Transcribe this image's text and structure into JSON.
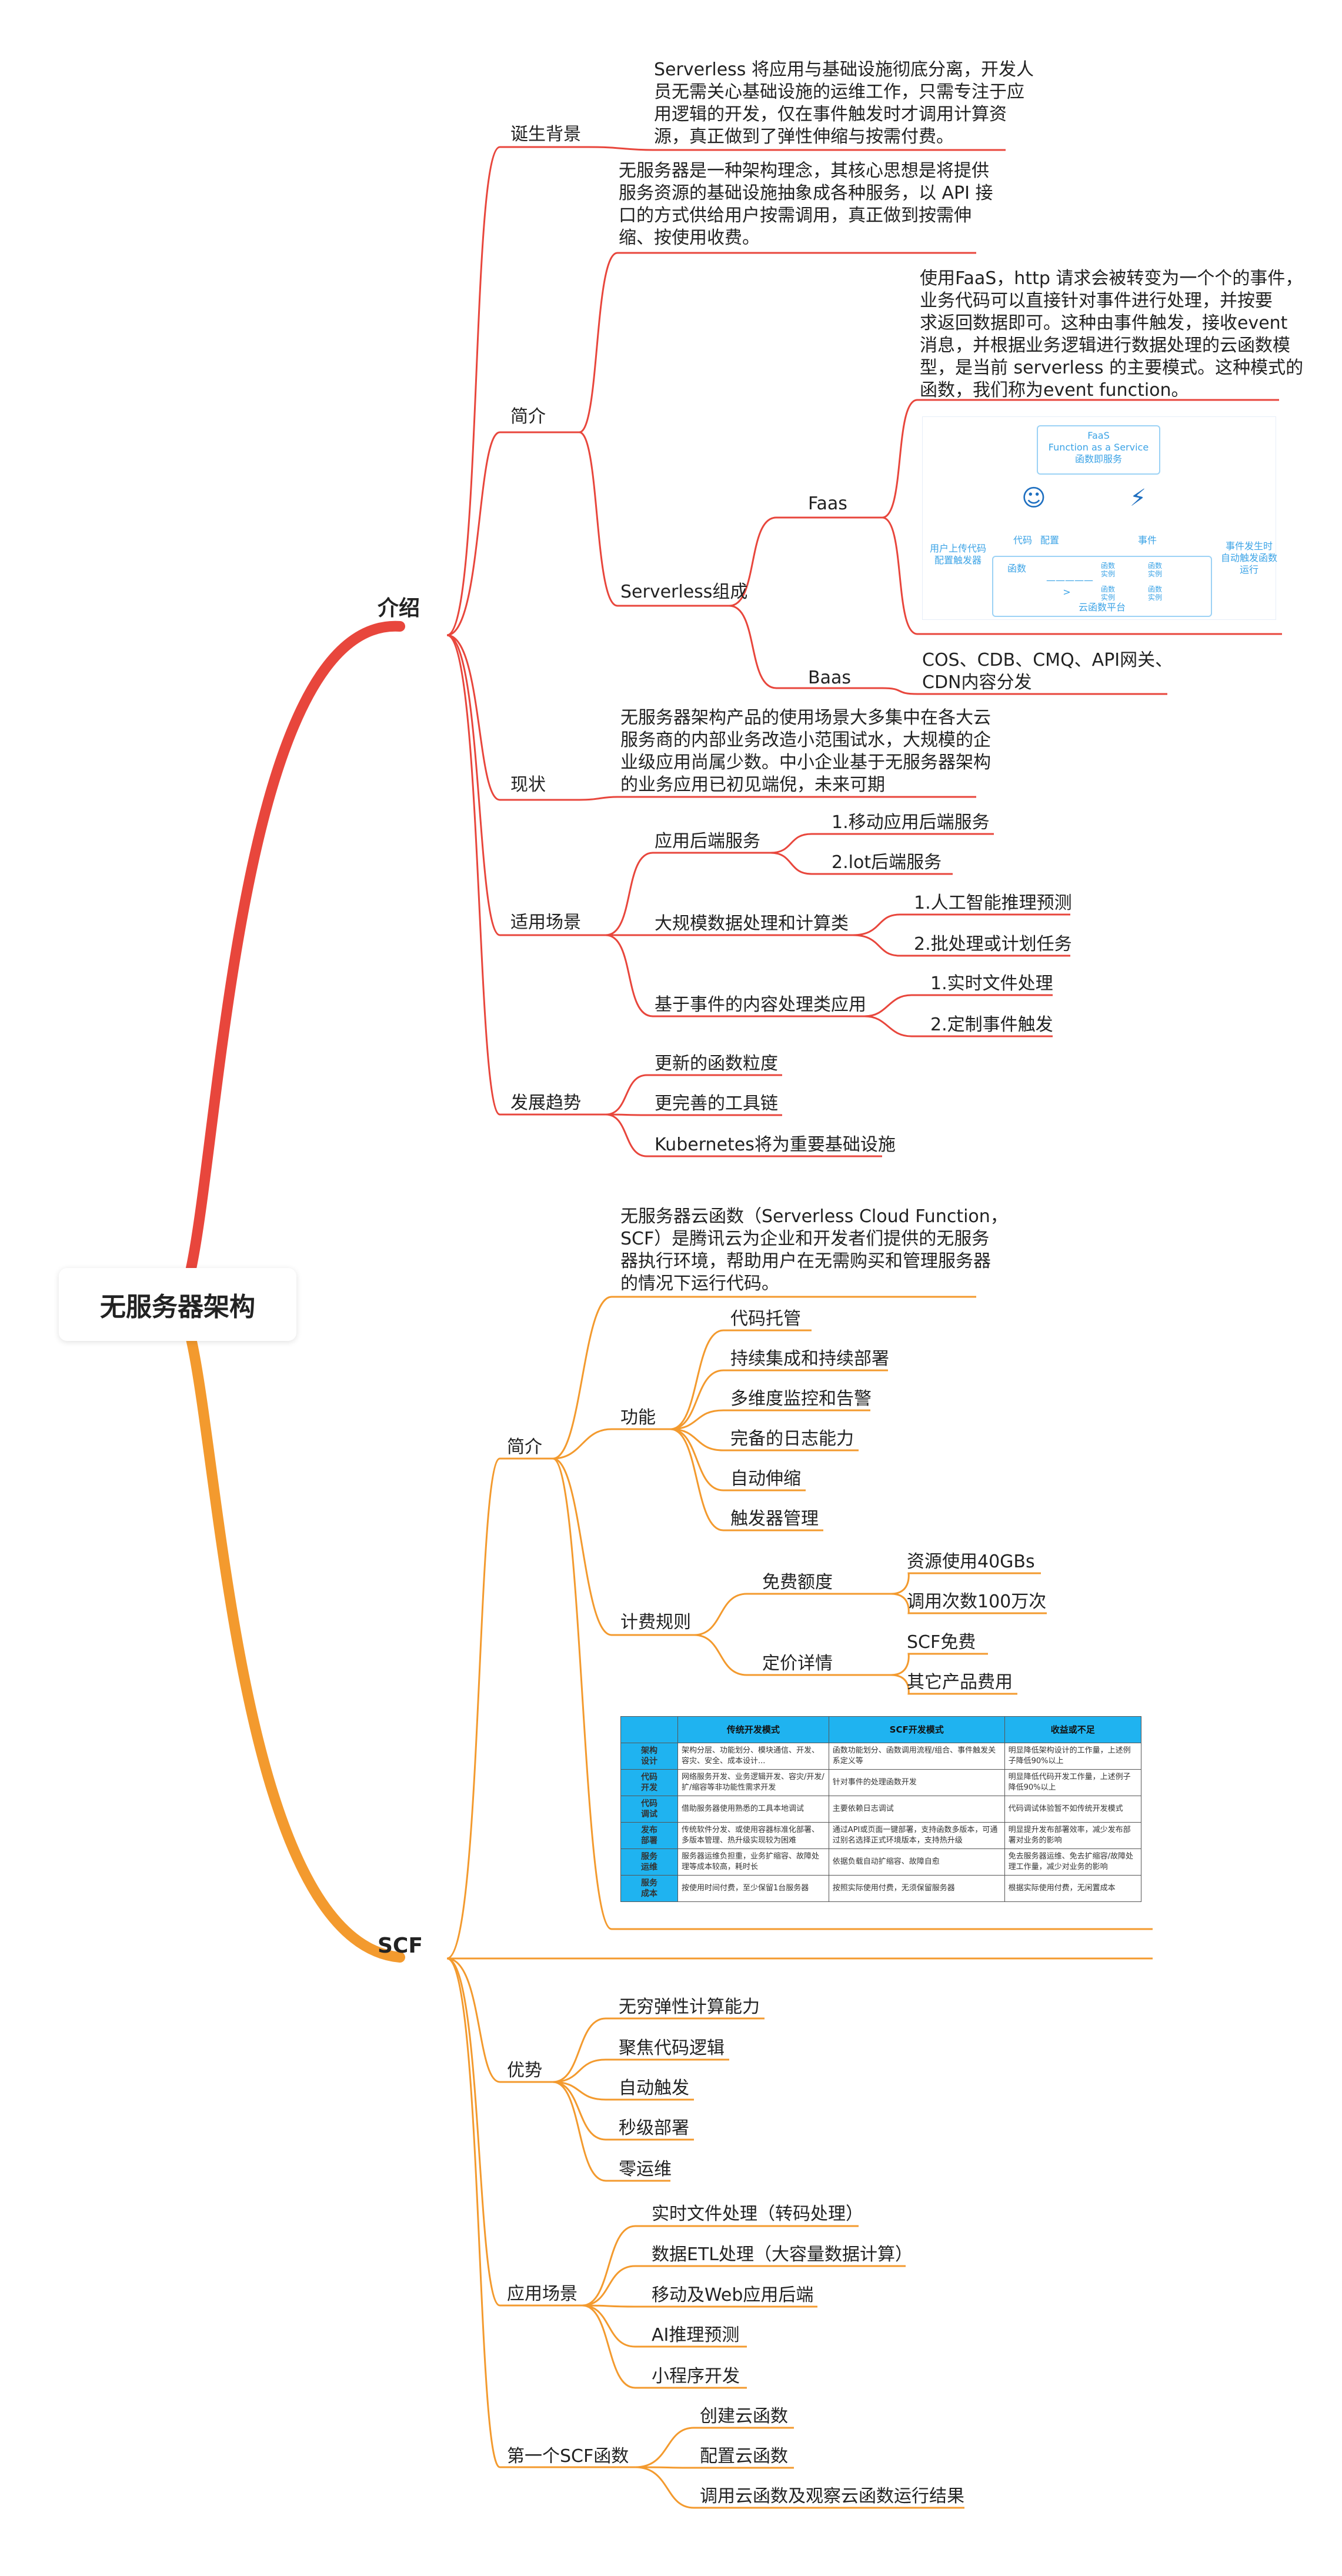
{
  "root": "无服务器架构",
  "intro": {
    "label": "介绍",
    "background": {
      "label": "诞生背景",
      "text": "Serverless 将应用与基础设施彻底分离，开发人\n员无需关心基础设施的运维工作，只需专注于应\n用逻辑的开发，仅在事件触发时才调用计算资\n源，真正做到了弹性伸缩与按需付费。"
    },
    "brief": {
      "label": "简介",
      "text": " 无服务器是一种架构理念，其核心思想是将提供\n服务资源的基础设施抽象成各种服务，以 API 接\n口的方式供给用户按需调用，真正做到按需伸\n缩、按使用收费。",
      "components": {
        "label": "Serverless组成",
        "faas": {
          "label": "Faas",
          "text": "使用FaaS，http 请求会被转变为一个个的事件，\n业务代码可以直接针对事件进行处理，并按要\n求返回数据即可。这种由事件触发，接收event\n消息，并根据业务逻辑进行数据处理的云函数模\n型，是当前 serverless 的主要模式。这种模式的\n函数，我们称为event function。",
          "image": {
            "title": "FaaS\nFunction as a Service\n函数即服务",
            "left_caption": "用户上传代码\n配置触发器",
            "right_caption": "事件发生时\n自动触发函数运行",
            "code": "代码",
            "config": "配置",
            "trigger": "事件",
            "func": "函数",
            "instance": "函数\n实例",
            "platform": "云函数平台",
            "arrow": "—————>"
          }
        },
        "baas": {
          "label": "Baas",
          "text": "COS、CDB、CMQ、API网关、\nCDN内容分发"
        }
      }
    },
    "status": {
      "label": "现状",
      "text": "无服务器架构产品的使用场景大多集中在各大云\n服务商的内部业务改造小范围试水，大规模的企\n业级应用尚属少数。中小企业基于无服务器架构\n的业务应用已初见端倪，未来可期"
    },
    "scenarios": {
      "label": "适用场景",
      "groups": [
        {
          "label": "应用后端服务",
          "items": [
            "1.移动应用后端服务",
            "2.lot后端服务"
          ]
        },
        {
          "label": "大规模数据处理和计算类",
          "items": [
            "1.人工智能推理预测",
            "2.批处理或计划任务"
          ]
        },
        {
          "label": "基于事件的内容处理类应用",
          "items": [
            "1.实时文件处理",
            "2.定制事件触发"
          ]
        }
      ]
    },
    "trends": {
      "label": "发展趋势",
      "items": [
        "更新的函数粒度",
        "更完善的工具链",
        "Kubernetes将为重要基础设施"
      ]
    }
  },
  "scf": {
    "label": "SCF",
    "brief": {
      "label": "简介",
      "text": "无服务器云函数（Serverless Cloud Function，\nSCF）是腾讯云为企业和开发者们提供的无服务\n器执行环境，帮助用户在无需购买和管理服务器\n的情况下运行代码。",
      "features": {
        "label": "功能",
        "items": [
          "代码托管",
          "持续集成和持续部署",
          "多维度监控和告警",
          "完备的日志能力",
          "自动伸缩",
          "触发器管理"
        ]
      },
      "billing": {
        "label": "计费规则",
        "free": {
          "label": "免费额度",
          "items": [
            "资源使用40GBs",
            "调用次数100万次"
          ]
        },
        "pricing": {
          "label": "定价详情",
          "items": [
            "SCF免费",
            "其它产品费用"
          ]
        }
      },
      "table": {
        "headers": [
          "",
          "传统开发模式",
          "SCF开发模式",
          "收益或不足"
        ],
        "rows": [
          [
            "架构\n设计",
            "架构分层、功能划分、模块通信、开发、容灾、安全、成本设计...",
            "函数功能划分、函数调用流程/组合、事件触发关系定义等",
            "明显降低架构设计的工作量，上述例子降低90%以上"
          ],
          [
            "代码\n开发",
            "网络服务开发、业务逻辑开发、容灾/开发/扩/缩容等非功能性需求开发",
            "针对事件的处理函数开发",
            "明显降低代码开发工作量，上述例子降低90%以上"
          ],
          [
            "代码\n调试",
            "借助服务器使用熟悉的工具本地调试",
            "主要依赖日志调试",
            "代码调试体验暂不如传统开发模式"
          ],
          [
            "发布\n部署",
            "传统软件分发、或使用容器标准化部署、多版本管理、热升级实现较为困难",
            "通过API或页面一键部署，支持函数多版本，可通过别名选择正式环境版本，支持热升级",
            "明显提升发布部署效率，减少发布部署对业务的影响"
          ],
          [
            "服务\n运维",
            "服务器运维负担重，业务扩缩容、故障处理等成本较高，耗时长",
            "依据负载自动扩缩容、故障自愈",
            "免去服务器运维、免去扩缩容/故障处理工作量，减少对业务的影响"
          ],
          [
            "服务\n成本",
            "按使用时间付费，至少保留1台服务器",
            "按照实际使用付费，无须保留服务器",
            "根据实际使用付费，无闲置成本"
          ]
        ]
      }
    },
    "advantages": {
      "label": "优势",
      "items": [
        "无穷弹性计算能力",
        "聚焦代码逻辑",
        "自动触发",
        "秒级部署",
        "零运维"
      ]
    },
    "scenarios": {
      "label": "应用场景",
      "items": [
        "实时文件处理（转码处理）",
        "数据ETL处理（大容量数据计算）",
        "移动及Web应用后端",
        "AI推理预测",
        "小程序开发"
      ]
    },
    "first": {
      "label": "第一个SCF函数",
      "items": [
        "创建云函数",
        "配置云函数",
        "调用云函数及观察云函数运行结果"
      ]
    }
  },
  "colors": {
    "red_branch": "#e8463c",
    "orange_branch": "#f39a2e",
    "faas_blue": "#3ba3e6",
    "table_header": "#1fb3f0"
  }
}
